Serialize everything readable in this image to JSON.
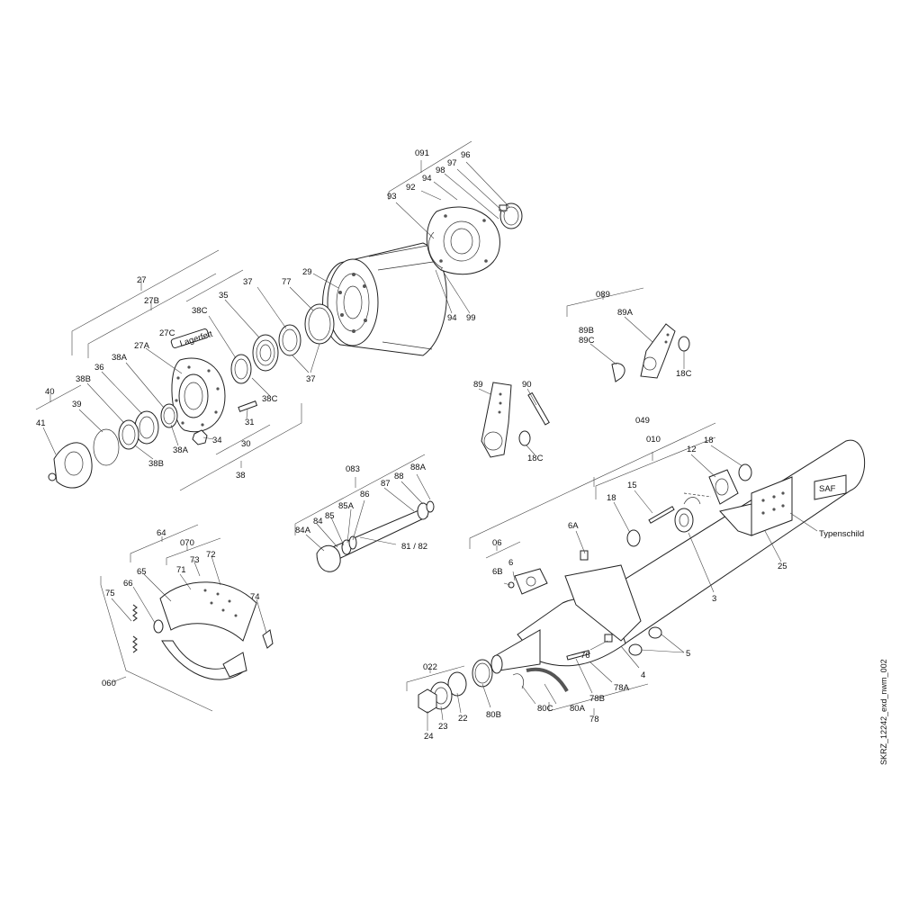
{
  "drawing_code": "SKRZ_12242_exd_nwm_002",
  "nameplate_logo": "SAF",
  "hub_text": "Lagerfett",
  "labels": {
    "l_091": "091",
    "l_96": "96",
    "l_97": "97",
    "l_98": "98",
    "l_94a": "94",
    "l_92": "92",
    "l_93": "93",
    "l_94b": "94",
    "l_99": "99",
    "l_27": "27",
    "l_27B": "27B",
    "l_29": "29",
    "l_77": "77",
    "l_37a": "37",
    "l_35": "35",
    "l_38C_top": "38C",
    "l_27C": "27C",
    "l_27A": "27A",
    "l_38A_top": "38A",
    "l_36": "36",
    "l_38B_top": "38B",
    "l_40": "40",
    "l_39": "39",
    "l_41": "41",
    "l_38B_bot": "38B",
    "l_38A_bot": "38A",
    "l_34": "34",
    "l_31": "31",
    "l_30": "30",
    "l_38C_bot": "38C",
    "l_37b": "37",
    "l_38": "38",
    "l_089": "089",
    "l_89A": "89A",
    "l_89B": "89B",
    "l_89C": "89C",
    "l_18C_a": "18C",
    "l_89": "89",
    "l_90": "90",
    "l_18C_b": "18C",
    "l_049": "049",
    "l_010": "010",
    "l_12": "12",
    "l_18a": "18",
    "l_15": "15",
    "l_18b": "18",
    "l_Typenschild": "Typenschild",
    "l_25": "25",
    "l_3": "3",
    "l_6A": "6A",
    "l_06": "06",
    "l_6B": "6B",
    "l_6": "6",
    "l_083": "083",
    "l_88A": "88A",
    "l_88": "88",
    "l_87": "87",
    "l_86": "86",
    "l_85A": "85A",
    "l_85": "85",
    "l_84": "84",
    "l_84A": "84A",
    "l_81_82": "81 / 82",
    "l_64": "64",
    "l_070": "070",
    "l_73": "73",
    "l_72": "72",
    "l_65": "65",
    "l_71": "71",
    "l_66": "66",
    "l_75": "75",
    "l_74": "74",
    "l_060": "060",
    "l_022": "022",
    "l_22": "22",
    "l_23": "23",
    "l_24": "24",
    "l_80B": "80B",
    "l_80C": "80C",
    "l_80A": "80A",
    "l_76": "76",
    "l_78A": "78A",
    "l_78B": "78B",
    "l_78": "78",
    "l_4": "4",
    "l_5": "5"
  }
}
